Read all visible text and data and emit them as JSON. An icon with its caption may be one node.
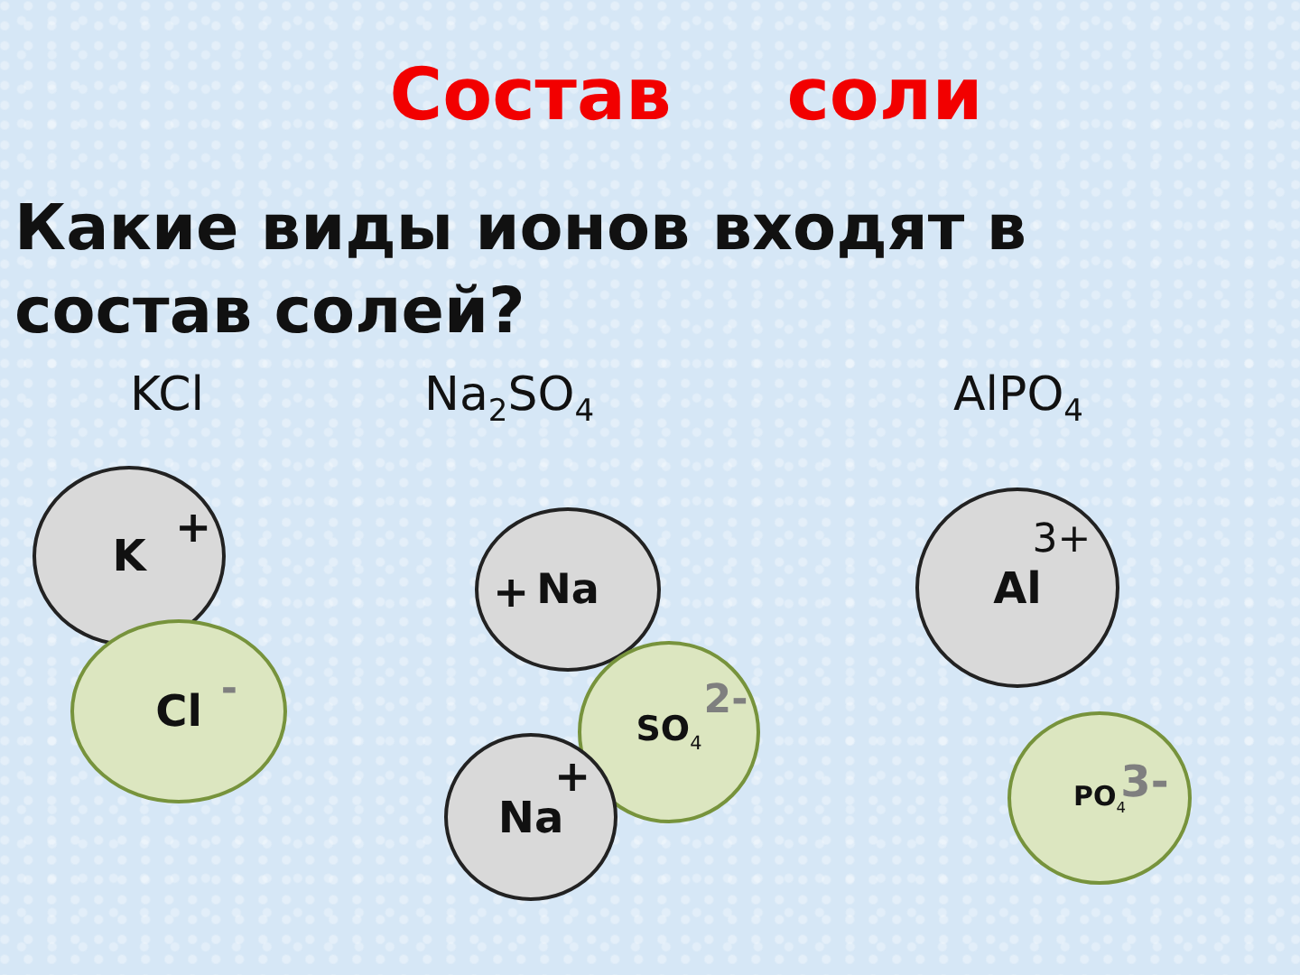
{
  "diagram": {
    "title": "Состав соли",
    "nodes": [
      {
        "text": [
          "+",
          "K"
        ]
      },
      {
        "text": [
          "-",
          "Cl"
        ]
      },
      {
        "text": [
          "+",
          "Na"
        ]
      },
      {
        "text": [
          "2-",
          "SO$_{4}$"
        ]
      },
      {
        "text": [
          "+",
          "Na"
        ]
      },
      {
        "text": [
          "3+",
          "Al"
        ]
      },
      {
        "text": [
          "3-",
          "PO$_{4}$"
        ]
      }
    ],
    "labels": [
      "Какие виды ионов входят в состав солей?",
      "KCl",
      "Na$_{2}$SO$_{4}$",
      "AlPO$_{4}$"
    ]
  }
}
